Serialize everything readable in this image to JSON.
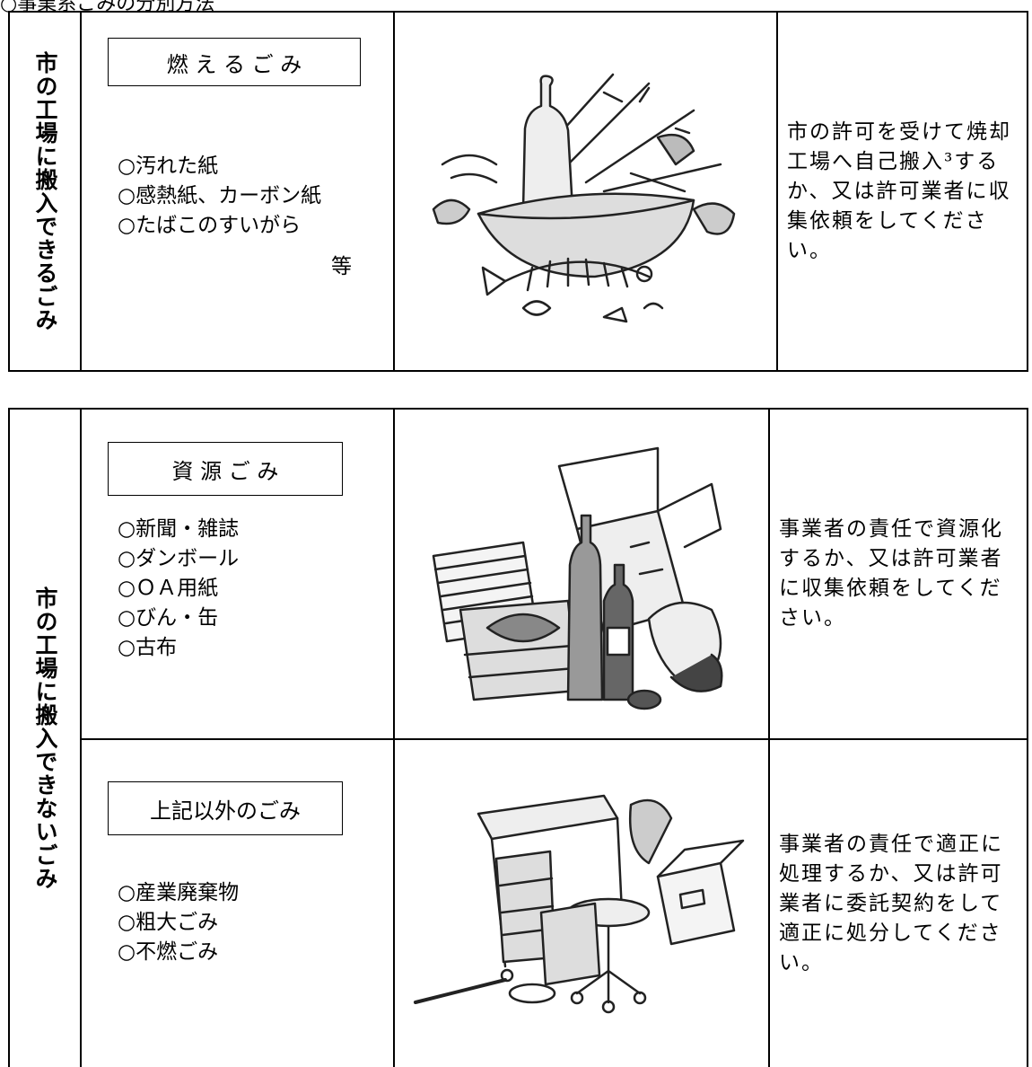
{
  "top_fragment": "○事業系ごみの分別方法",
  "section1": {
    "side_label": "市の工場に搬入できるごみ",
    "category": "燃 え る ご み",
    "items": [
      "○汚れた紙",
      "○感熱紙、カーボン紙",
      "○たばこのすいがら"
    ],
    "etc": "等",
    "illustration": "burnable-garbage-illustration",
    "description": "市の許可を受けて焼却工場へ自己搬入³するか、又は許可業者に収集依頼をしてください。"
  },
  "section2": {
    "side_label": "市の工場に搬入できないごみ",
    "rows": [
      {
        "category": "資 源 ご み",
        "items": [
          "○新聞・雑誌",
          "○ダンボール",
          "○ＯＡ用紙",
          "○びん・缶",
          "○古布"
        ],
        "illustration": "recyclable-garbage-illustration",
        "description": "事業者の責任で資源化するか、又は許可業者に収集依頼をしてください。"
      },
      {
        "category": "上記以外のごみ",
        "items": [
          "○産業廃棄物",
          "○粗大ごみ",
          "○不燃ごみ"
        ],
        "illustration": "other-garbage-illustration",
        "description": "事業者の責任で適正に処理するか、又は許可業者に委託契約をして適正に処分してください。"
      }
    ]
  }
}
